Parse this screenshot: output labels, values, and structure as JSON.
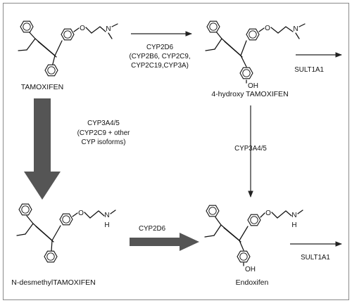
{
  "compounds": {
    "tamoxifen": {
      "name": "TAMOXIFEN",
      "oxygen": "O",
      "nitrogen": "N"
    },
    "hydroxy_tamoxifen": {
      "name": "4-hydroxy TAMOXIFEN",
      "oxygen": "O",
      "nitrogen": "N",
      "hydroxyl": "OH"
    },
    "n_desmethyl_tamoxifen": {
      "name": "N-desmethylTAMOXIFEN",
      "oxygen": "O",
      "nitrogen": "N",
      "hydrogen": "H"
    },
    "endoxifen": {
      "name": "Endoxifen",
      "oxygen": "O",
      "nitrogen": "N",
      "hydrogen": "H",
      "hydroxyl": "OH"
    }
  },
  "reactions": {
    "tam_to_oh": {
      "enzyme": "CYP2D6",
      "secondary": [
        "(CYP2B6, CYP2C9,",
        "CYP2C19,CYP3A)"
      ]
    },
    "tam_to_ndm": {
      "enzyme": "CYP3A4/5",
      "secondary": [
        "(CYP2C9 + other",
        "CYP isoforms)"
      ]
    },
    "oh_to_endox": {
      "enzyme": "CYP3A4/5"
    },
    "ndm_to_endox": {
      "enzyme": "CYP2D6"
    },
    "oh_sult": {
      "enzyme": "SULT1A1"
    },
    "endox_sult": {
      "enzyme": "SULT1A1"
    }
  },
  "colors": {
    "arrow_dark": "#555555",
    "frame": "#8a8a8a",
    "ink": "#111111"
  }
}
